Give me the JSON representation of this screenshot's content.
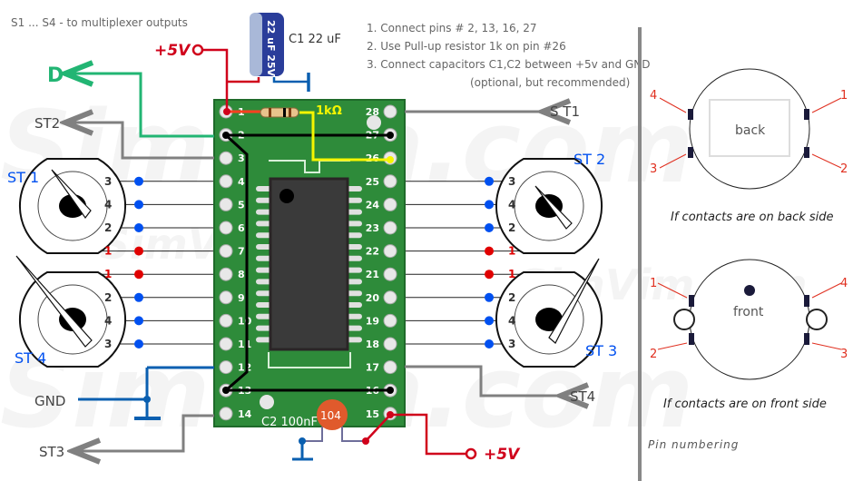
{
  "header_note": "S1 ... S4 - to multiplexer outputs",
  "instructions": [
    "1. Connect  pins # 2, 13, 16, 27",
    "2. Use Pull-up resistor 1k on pin #26",
    "3. Connect capacitors C1,C2 between +5v and GND",
    "(optional, but recommended)"
  ],
  "labels": {
    "plus5v_top": "+5V",
    "plus5v_bottom": "+5V",
    "d": "D",
    "st1_left_arrow_target": "ST2",
    "st1_right": "S T1",
    "gnd": "GND",
    "st3_left": "ST3",
    "st4_right": "ST4",
    "c1": "C1 22 uF",
    "c1_body": "22 uF 25V",
    "resistor": "1kΩ",
    "c2": "C2 100nF",
    "c2_body": "104"
  },
  "encoders": {
    "st1": {
      "name": "ST 1",
      "pins": [
        "3",
        "4",
        "2",
        "1"
      ]
    },
    "st4": {
      "name": "ST 4",
      "pins": [
        "1",
        "2",
        "4",
        "3"
      ]
    },
    "st2": {
      "name": "ST 2",
      "pins": [
        "3",
        "4",
        "2",
        "1"
      ]
    },
    "st3": {
      "name": "ST 3",
      "pins": [
        "1",
        "2",
        "4",
        "3"
      ]
    }
  },
  "pcb": {
    "left_pins": [
      "1",
      "2",
      "3",
      "4",
      "5",
      "6",
      "7",
      "8",
      "9",
      "10",
      "11",
      "12",
      "13",
      "14"
    ],
    "right_pins": [
      "28",
      "27",
      "26",
      "25",
      "24",
      "23",
      "22",
      "21",
      "20",
      "19",
      "18",
      "17",
      "16",
      "15"
    ]
  },
  "pin_numbering": {
    "back_label": "back",
    "back_caption": "If contacts are on back side",
    "back_pins": [
      "1",
      "2",
      "3",
      "4"
    ],
    "front_label": "front",
    "front_caption": "If contacts are on front side",
    "front_pins": [
      "1",
      "2",
      "3",
      "4"
    ],
    "title": "Pin  numbering"
  },
  "watermark": "SimVim.com",
  "colors": {
    "red": "#d0021b",
    "green": "#22b573",
    "blue": "#0a5fb0",
    "gray": "#808080",
    "pcb": "#2e8b3a",
    "yellow": "#f5f500",
    "dot_blue": "#0050f0"
  }
}
